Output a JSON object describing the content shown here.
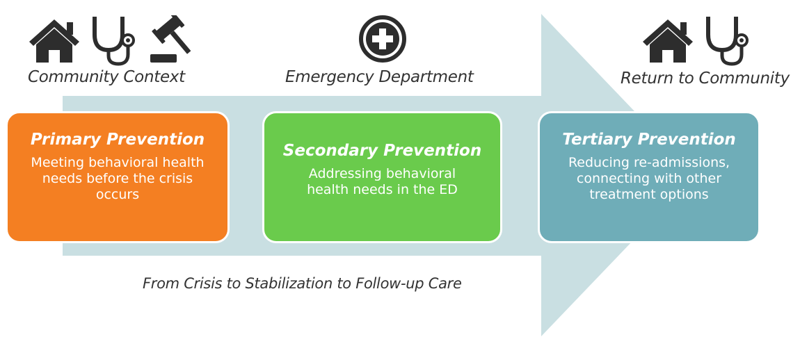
{
  "colors": {
    "arrow": "#c9dfe2",
    "primary": "#f47f22",
    "secondary": "#6acb4c",
    "tertiary": "#6fadb8",
    "icon": "#2d2d2d"
  },
  "stages": [
    {
      "caption": "Community Context",
      "icons": [
        "house-icon",
        "stethoscope-icon",
        "gavel-icon"
      ],
      "title": "Primary Prevention",
      "text": "Meeting behavioral health needs before the crisis occurs"
    },
    {
      "caption": "Emergency Department",
      "icons": [
        "medical-cross-icon"
      ],
      "title": "Secondary Prevention",
      "text": "Addressing behavioral health needs in the ED"
    },
    {
      "caption": "Return to Community",
      "icons": [
        "house-icon",
        "stethoscope-icon"
      ],
      "title": "Tertiary Prevention",
      "text": "Reducing re-admissions, connecting with other treatment options"
    }
  ],
  "flow_label": "From Crisis to Stabilization to Follow-up Care"
}
